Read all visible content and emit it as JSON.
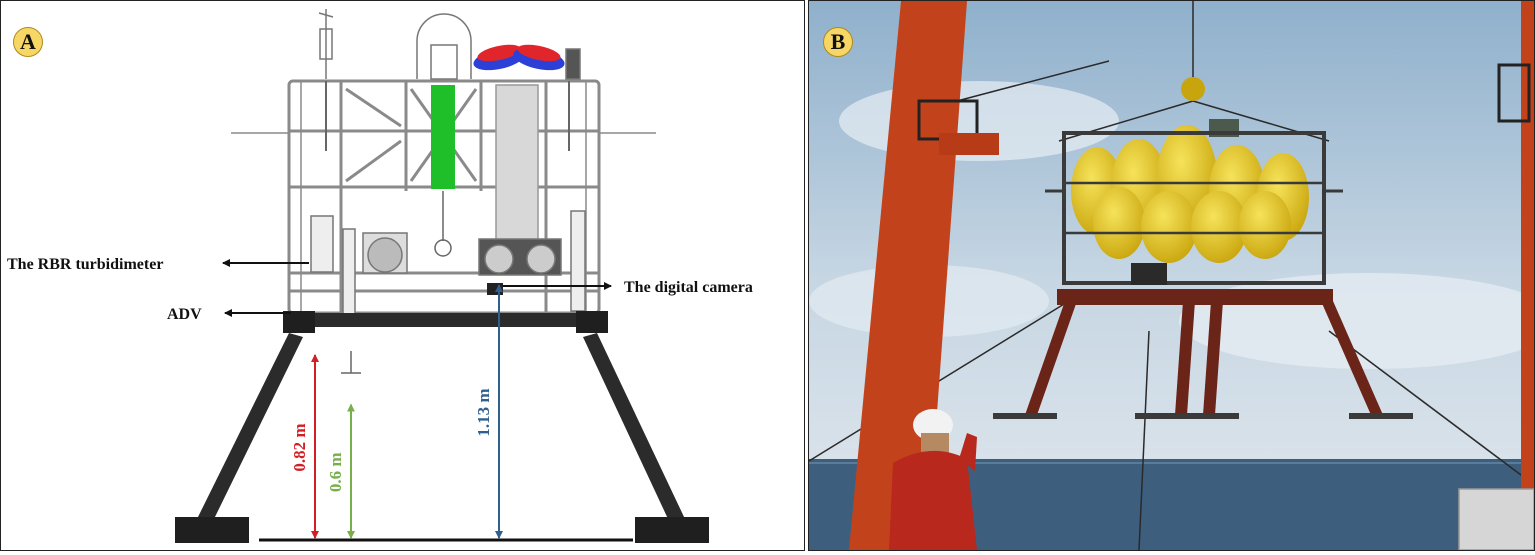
{
  "panels": {
    "a": {
      "badge": "A"
    },
    "b": {
      "badge": "B"
    }
  },
  "annotations": {
    "rbr_turbidimeter": "The RBR turbidimeter",
    "digital_camera": "The digital camera",
    "adv": "ADV"
  },
  "heights": [
    {
      "value": 0.82,
      "label": "0.82 m",
      "color": "#d21f26"
    },
    {
      "value": 0.6,
      "label": "0.6 m",
      "color": "#77b04a"
    },
    {
      "value": 1.13,
      "label": "1.13 m",
      "color": "#2f5f8f"
    }
  ],
  "colors": {
    "frame": "#2b2b2b",
    "drawing_line": "#8a8a8a",
    "float_red": "#e0262b",
    "float_blue": "#2c3fd6",
    "green_part": "#1fbf2a",
    "crane": "#c2431b",
    "buoyancy": "#e3c21a",
    "sea": "#3d5f7d"
  }
}
